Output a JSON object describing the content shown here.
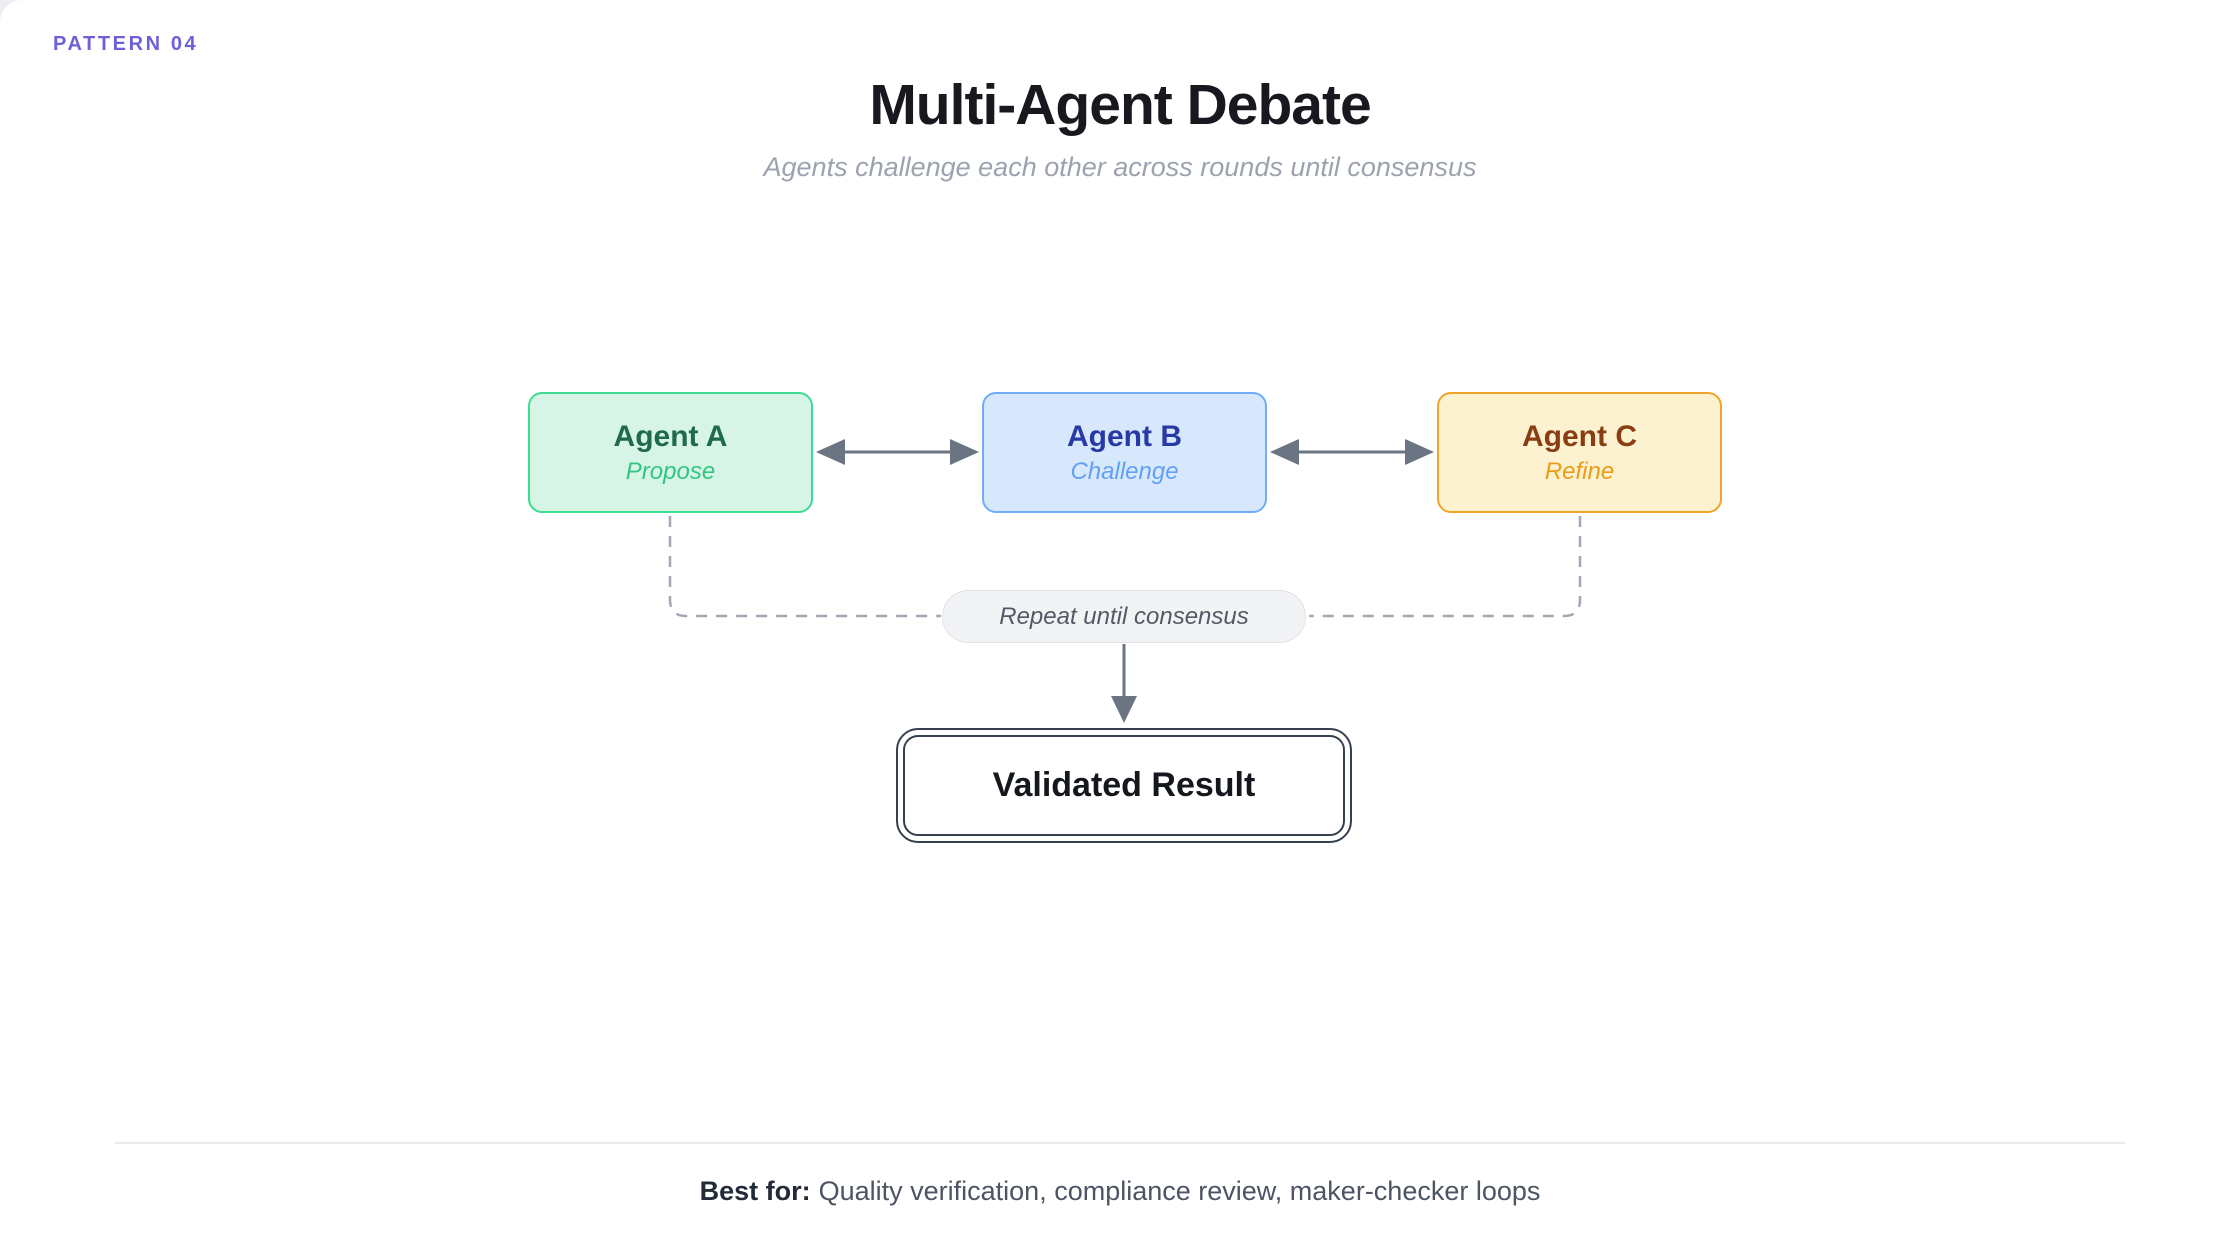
{
  "page": {
    "pattern_label": "PATTERN 04",
    "title": "Multi-Agent Debate",
    "subtitle": "Agents challenge each other across rounds until consensus"
  },
  "diagram": {
    "agents": [
      {
        "name": "Agent A",
        "role": "Propose",
        "bg": "#d7f5e6",
        "border": "#3edc92",
        "name_color": "#1f6a4a",
        "role_color": "#31c580"
      },
      {
        "name": "Agent B",
        "role": "Challenge",
        "bg": "#d7e8fc",
        "border": "#6fadf8",
        "name_color": "#2739a5",
        "role_color": "#63a0f4"
      },
      {
        "name": "Agent C",
        "role": "Refine",
        "bg": "#fcf2cf",
        "border": "#f1a428",
        "name_color": "#8a3c12",
        "role_color": "#eb9c16"
      }
    ],
    "loop_label": "Repeat until consensus",
    "result_label": "Validated Result",
    "colors": {
      "accent": "#6d60d8",
      "arrow": "#6b7483",
      "dashed_loop": "#a2a8b3",
      "result_border": "#36404f"
    }
  },
  "footer": {
    "best_for_label": "Best for:",
    "best_for_text": "Quality verification, compliance review, maker-checker loops"
  }
}
